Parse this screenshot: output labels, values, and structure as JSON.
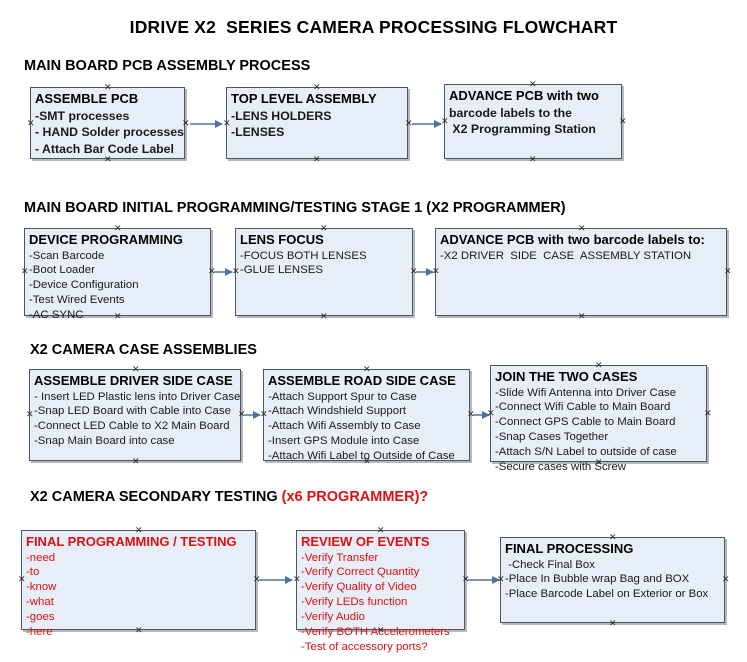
{
  "document": {
    "title": "IDRIVE X2  SERIES CAMERA PROCESSING FLOWCHART"
  },
  "colors": {
    "node_fill": "#e8eef7",
    "node_border": "#4a5566",
    "connector": "#7d98b5",
    "arrow_head": "#4a72a8",
    "text": "#000000",
    "accent_red": "#e01010"
  },
  "sections": [
    {
      "id": "main-board-pcb-assembly-process",
      "heading": "MAIN BOARD PCB ASSEMBLY PROCESS",
      "heading_accent": "",
      "nodes": [
        {
          "id": "assemble-pcb",
          "title": "ASSEMBLE PCB",
          "lines": [
            "-SMT processes",
            "- HAND Solder processes",
            "- Attach Bar Code Label"
          ]
        },
        {
          "id": "top-level-assembly",
          "title": "TOP LEVEL ASSEMBLY",
          "lines": [
            "-LENS HOLDERS",
            "-LENSES"
          ]
        },
        {
          "id": "advance-pcb-to-x2-programming-station",
          "title": "ADVANCE PCB with two",
          "lines": [
            "barcode labels to the",
            " X2 Programming Station"
          ]
        }
      ]
    },
    {
      "id": "main-board-initial-programming-testing-stage-1",
      "heading": "MAIN BOARD INITIAL PROGRAMMING/TESTING STAGE 1 (X2 PROGRAMMER)",
      "heading_accent": "",
      "nodes": [
        {
          "id": "device-programming",
          "title": "DEVICE PROGRAMMING",
          "lines": [
            "-Scan Barcode",
            "-Boot Loader",
            "-Device Configuration",
            "-Test Wired Events",
            "-AC SYNC"
          ]
        },
        {
          "id": "lens-focus",
          "title": "LENS FOCUS",
          "lines": [
            "-FOCUS BOTH LENSES",
            "-GLUE LENSES"
          ]
        },
        {
          "id": "advance-pcb-to-driver-side-case-assembly-station",
          "title": "ADVANCE PCB with two barcode labels to:",
          "lines": [
            "-X2 DRIVER  SIDE  CASE  ASSEMBLY STATION"
          ]
        }
      ]
    },
    {
      "id": "x2-camera-case-assemblies",
      "heading": "X2 CAMERA CASE ASSEMBLIES",
      "heading_accent": "",
      "nodes": [
        {
          "id": "assemble-driver-side-case",
          "title": "ASSEMBLE DRIVER SIDE CASE",
          "lines": [
            "- Insert LED Plastic lens into Driver Case",
            "-Snap LED Board with Cable into Case",
            "-Connect LED Cable to X2 Main Board",
            "-Snap Main Board into case"
          ]
        },
        {
          "id": "assemble-road-side-case",
          "title": "ASSEMBLE ROAD SIDE CASE",
          "lines": [
            "-Attach Support Spur to Case",
            "-Attach Windshield Support",
            "-Attach Wifi Assembly to Case",
            "-Insert GPS Module into Case",
            "-Attach Wifi Label to Outside of Case"
          ]
        },
        {
          "id": "join-the-two-cases",
          "title": "JOIN THE TWO CASES",
          "lines": [
            "-Slide Wifi Antenna into Driver Case",
            "-Connect Wifi Cable to Main Board",
            "-Connect GPS Cable to Main Board",
            "-Snap Cases Together",
            "-Attach S/N Label to outside of case",
            "-Secure cases with Screw"
          ]
        }
      ]
    },
    {
      "id": "x2-camera-secondary-testing",
      "heading": "X2 CAMERA SECONDARY TESTING ",
      "heading_accent": "(x6 PROGRAMMER)?",
      "nodes": [
        {
          "id": "final-programming-testing",
          "title": "FINAL PROGRAMMING / TESTING",
          "lines": [
            "-need",
            "-to",
            "-know",
            "-what",
            "-goes",
            "-here"
          ]
        },
        {
          "id": "review-of-events",
          "title": "REVIEW OF EVENTS",
          "lines": [
            "-Verify Transfer",
            "-Verify Correct Quantity",
            "-Verify Quality of Video",
            "-Verify LEDs function",
            "-Verify Audio",
            "-Verify BOTH Accelerometers",
            "-Test of accessory ports?"
          ]
        },
        {
          "id": "final-processing",
          "title": "FINAL PROCESSING",
          "lines": [
            " -Check Final Box",
            "-Place In Bubble wrap Bag and BOX",
            "-Place Barcode Label on Exterior or Box"
          ]
        }
      ]
    }
  ]
}
